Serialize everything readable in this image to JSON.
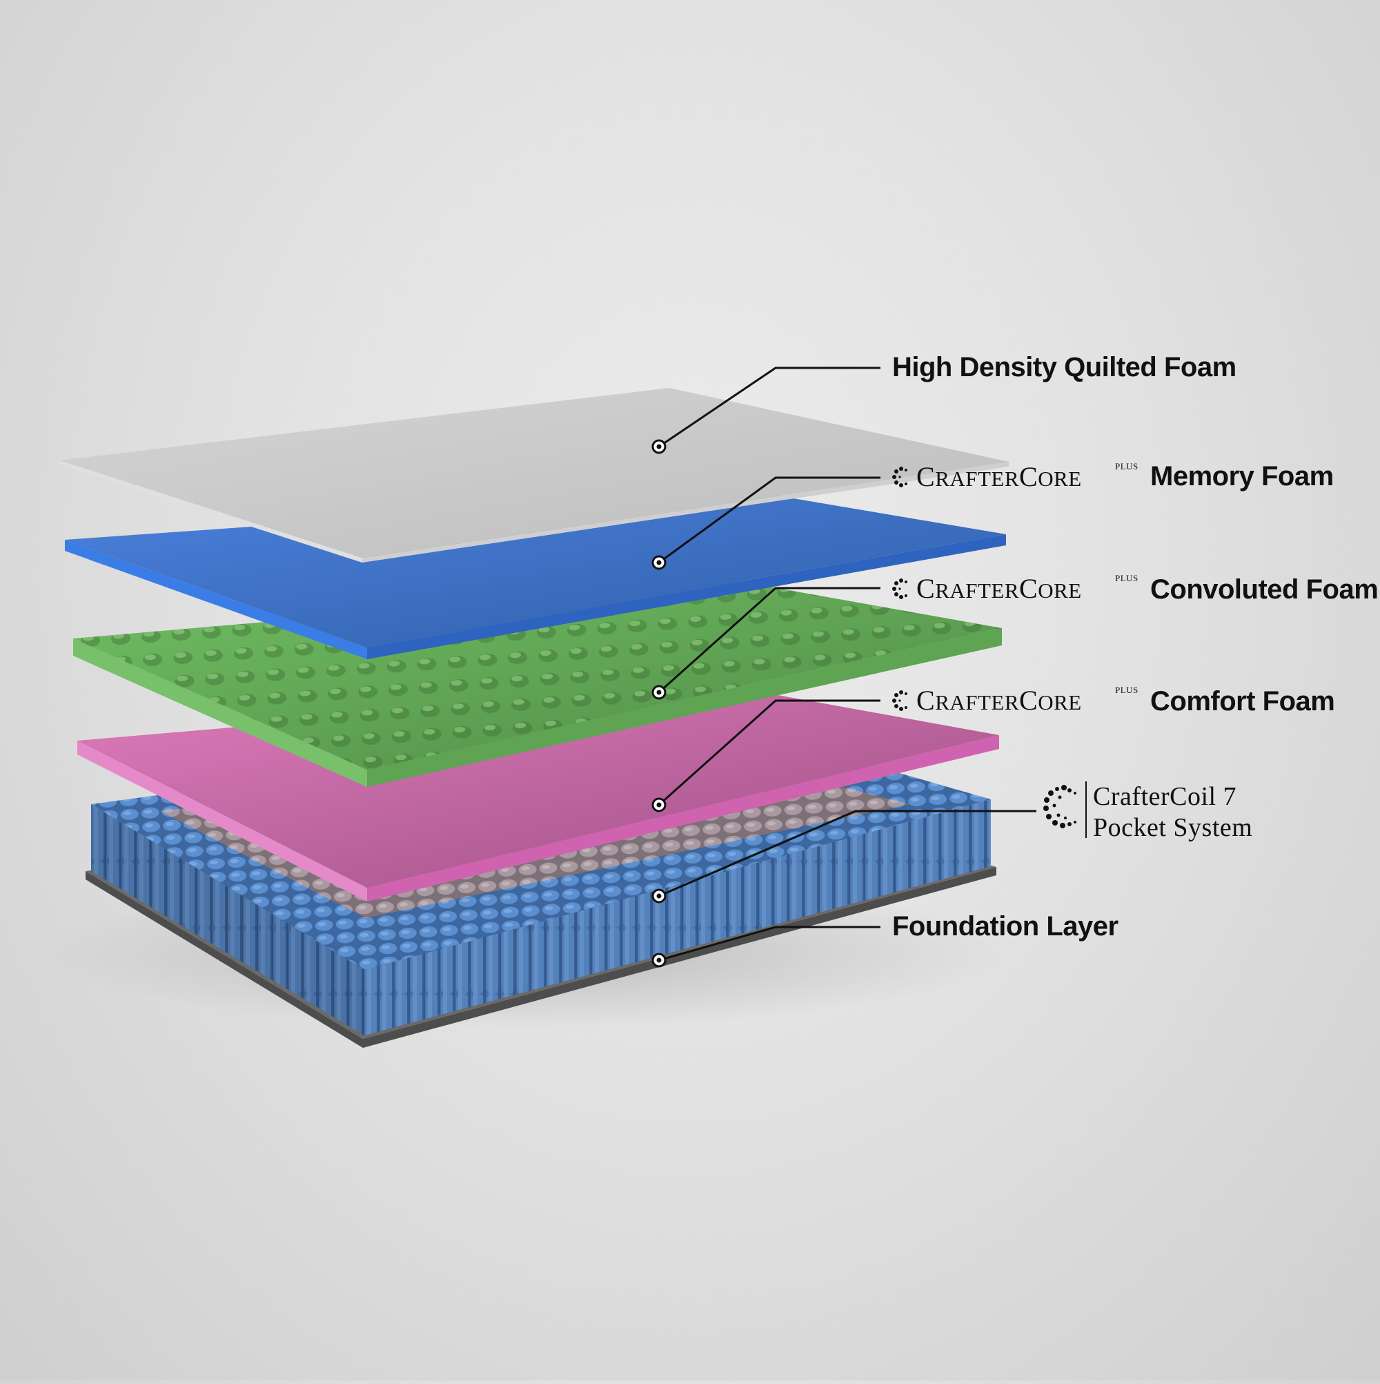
{
  "layers": [
    {
      "id": "quilted",
      "label": "High Density Quilted Foam",
      "color": "#c8c8c8"
    },
    {
      "id": "memory",
      "brand": "CrafterCore",
      "brand_sup": "Plus",
      "label": "Memory Foam",
      "color": "#3f76d6"
    },
    {
      "id": "convoluted",
      "brand": "CrafterCore",
      "brand_sup": "Plus",
      "label": "Convoluted Foam",
      "color": "#68b35c"
    },
    {
      "id": "comfort",
      "brand": "CrafterCore",
      "brand_sup": "Plus",
      "label": "Comfort Foam",
      "color": "#d56ab1"
    },
    {
      "id": "coils",
      "brand_line1": "CrafterCoil 7",
      "brand_line2": "Pocket System",
      "color": "#4f7fc2",
      "inner_color": "#9a8c92"
    },
    {
      "id": "foundation",
      "label": "Foundation Layer",
      "color": "#5e5e5e"
    }
  ],
  "icons": {
    "brand_logo": "crafter-c-dots-icon",
    "leader_marker": "target-dot-icon"
  }
}
